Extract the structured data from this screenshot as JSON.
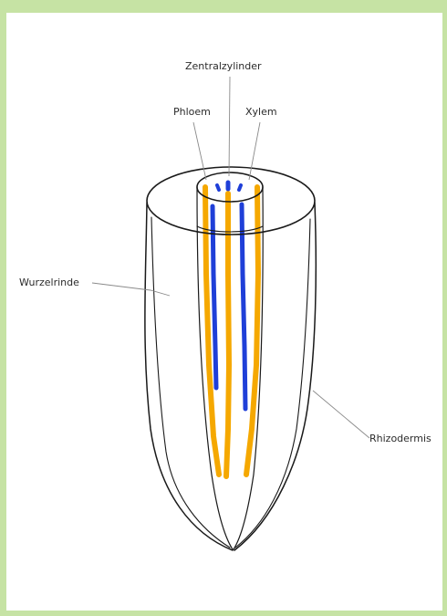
{
  "labels": {
    "central_cylinder": "Zentralzylinder",
    "phloem": "Phloem",
    "xylem": "Xylem",
    "cortex": "Wurzelrinde",
    "rhizodermis": "Rhizodermis"
  },
  "colors": {
    "frame": "#c6e3a4",
    "phloem": "#f5a800",
    "xylem": "#1f3fd8",
    "outline": "#1a1a1a",
    "leader": "#8a8a8a"
  }
}
